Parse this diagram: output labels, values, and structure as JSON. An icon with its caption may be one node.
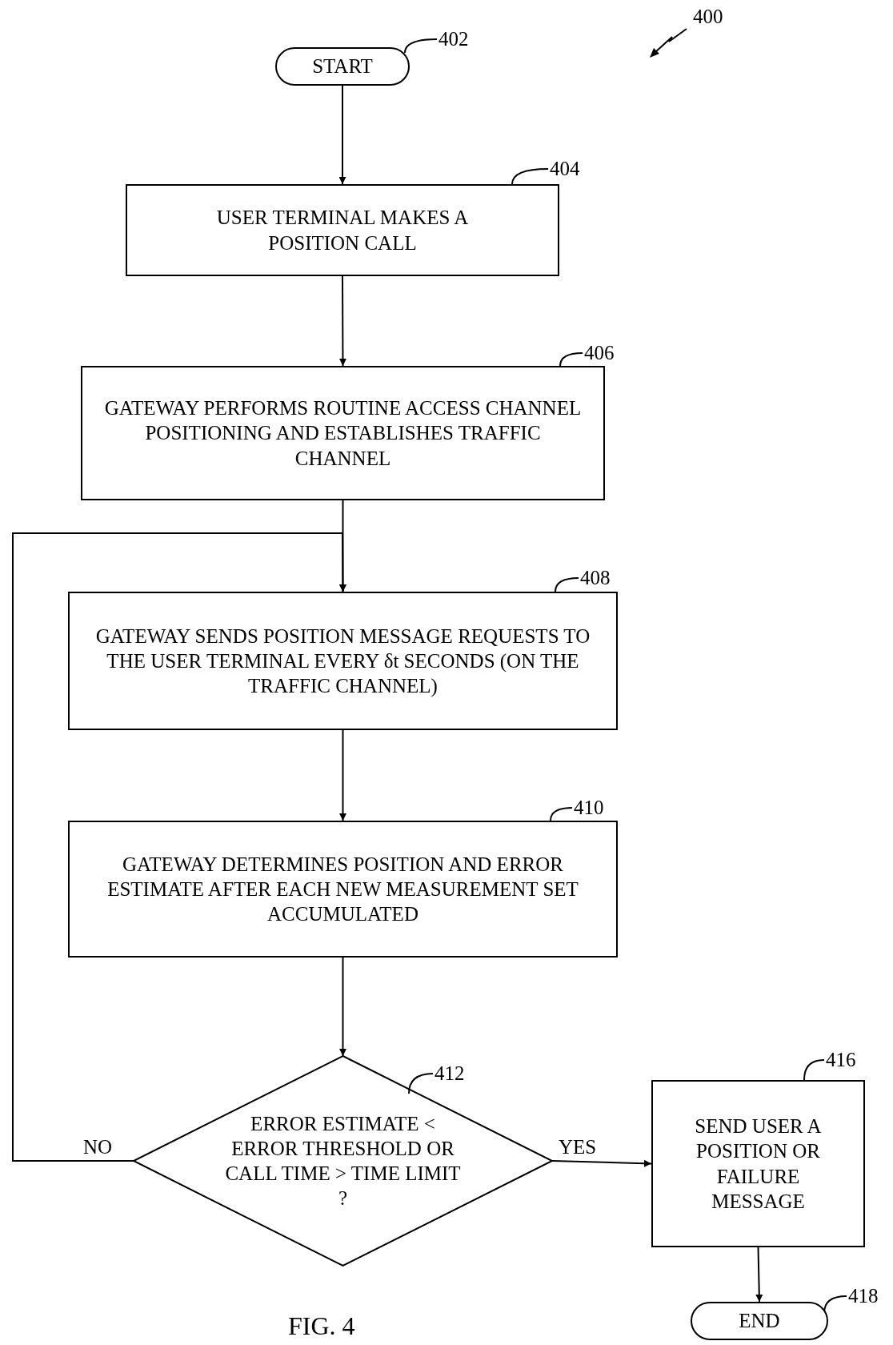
{
  "diagram": {
    "caption": "FIG. 4",
    "nodes": [
      {
        "text": [
          "START"
        ]
      },
      {
        "text": [
          "USER TERMINAL MAKES A POSITION CALL"
        ]
      },
      {
        "text": [
          "GATEWAY PERFORMS ROUTINE ACCESS CHANNEL POSITIONING AND ESTABLISHES TRAFFIC CHANNEL"
        ]
      },
      {
        "text": [
          "GATEWAY SENDS POSITION MESSAGE REQUESTS TO THE USER TERMINAL EVERY δt SECONDS (ON THE TRAFFIC CHANNEL)"
        ]
      },
      {
        "text": [
          "GATEWAY DETERMINES POSITION AND ERROR ESTIMATE AFTER EACH NEW MEASUREMENT SET ACCUMULATED"
        ]
      },
      {
        "text": [
          "ERROR ESTIMATE < ERROR THRESHOLD OR CALL TIME > TIME LIMIT ?"
        ]
      },
      {
        "text": [
          "SEND USER A POSITION OR FAILURE MESSAGE"
        ]
      },
      {
        "text": [
          "END"
        ]
      },
      {
        "text": [
          "402"
        ]
      },
      {
        "text": [
          "404"
        ]
      },
      {
        "text": [
          "406"
        ]
      },
      {
        "text": [
          "408"
        ]
      },
      {
        "text": [
          "410"
        ]
      },
      {
        "text": [
          "412"
        ]
      },
      {
        "text": [
          "416"
        ]
      },
      {
        "text": [
          "418"
        ]
      }
    ],
    "edges": [
      {
        "from": 0,
        "to": 1,
        "arrow": "to"
      },
      {
        "from": 1,
        "to": 2,
        "arrow": "to"
      },
      {
        "from": 2,
        "to": 3,
        "arrow": "to"
      },
      {
        "from": 3,
        "to": 4,
        "arrow": "to"
      },
      {
        "from": 4,
        "to": 5,
        "arrow": "to"
      },
      {
        "from": 5,
        "to": 6,
        "arrow": "to",
        "label": "YES"
      },
      {
        "from": 5,
        "to": 3,
        "arrow": "to",
        "label": "NO"
      },
      {
        "from": 6,
        "to": 7,
        "arrow": "to"
      },
      {
        "from": 8,
        "to": 0,
        "arrow": "none"
      },
      {
        "from": 9,
        "to": 1,
        "arrow": "none"
      },
      {
        "from": 10,
        "to": 2,
        "arrow": "none"
      },
      {
        "from": 11,
        "to": 3,
        "arrow": "none"
      },
      {
        "from": 12,
        "to": 4,
        "arrow": "none"
      },
      {
        "from": 13,
        "to": 5,
        "arrow": "none"
      },
      {
        "from": 14,
        "to": 6,
        "arrow": "none"
      },
      {
        "from": 15,
        "to": 7,
        "arrow": "none"
      }
    ],
    "labels": [
      "400"
    ]
  }
}
